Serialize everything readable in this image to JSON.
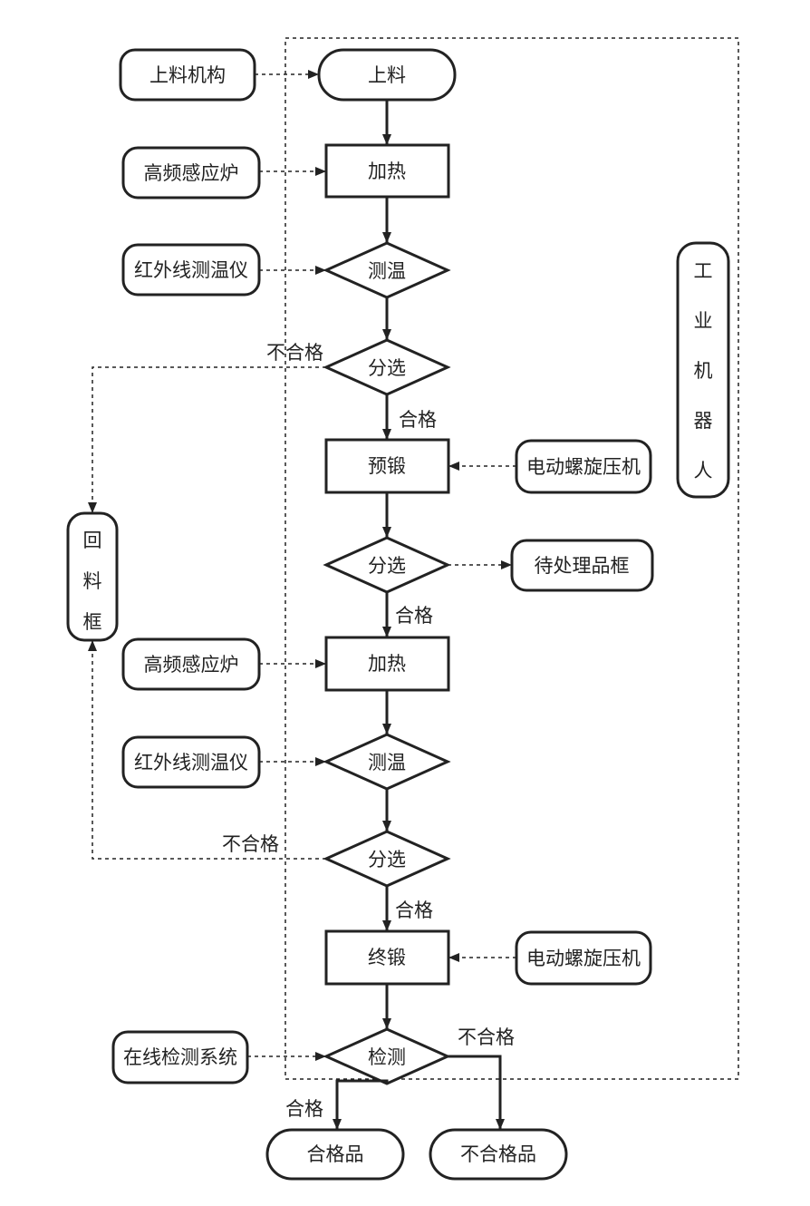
{
  "flow": {
    "load": "上料",
    "heat1": "加热",
    "measure1": "测温",
    "sort1": "分选",
    "preforge": "预锻",
    "sort2": "分选",
    "heat2": "加热",
    "measure2": "测温",
    "sort3": "分选",
    "finalforge": "终锻",
    "inspect": "检测",
    "pass_product": "合格品",
    "fail_product": "不合格品"
  },
  "equipment": {
    "loader": "上料机构",
    "furnace1": "高频感应炉",
    "pyrometer1": "红外线测温仪",
    "press1": "电动螺旋压机",
    "pending_box": "待处理品框",
    "furnace2": "高频感应炉",
    "pyrometer2": "红外线测温仪",
    "press2": "电动螺旋压机",
    "inspection_system": "在线检测系统",
    "robot": [
      "工",
      "业",
      "机",
      "器",
      "人"
    ],
    "return_box": [
      "回",
      "料",
      "框"
    ]
  },
  "labels": {
    "pass1": "合格",
    "pass2": "合格",
    "pass3": "合格",
    "pass4": "合格",
    "fail1": "不合格",
    "fail2": "不合格",
    "fail3": "不合格"
  },
  "colors": {
    "ink": "#222222",
    "background": "#ffffff"
  }
}
